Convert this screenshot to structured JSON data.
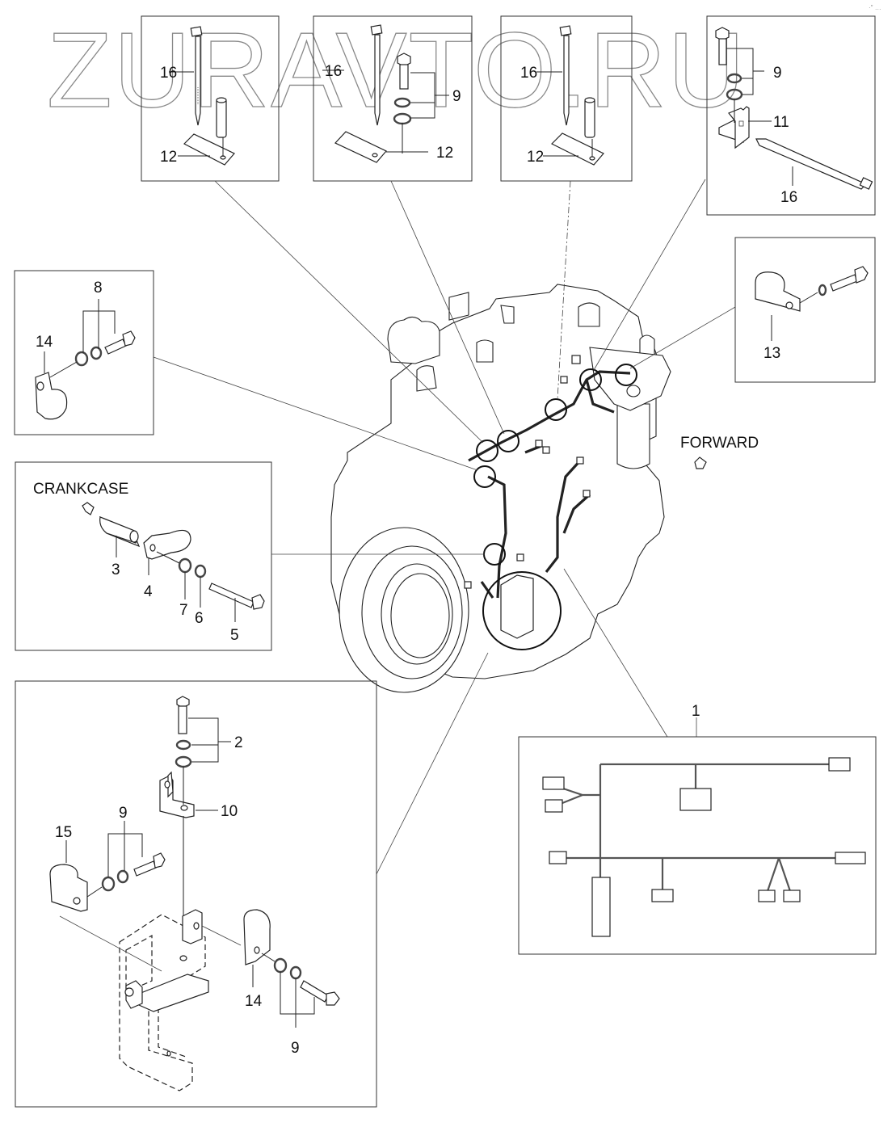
{
  "watermark": "ZURAVTO.RU",
  "corner_mark": "·″ …",
  "annotations": {
    "forward": "FORWARD",
    "crankcase": "CRANKCASE"
  },
  "callouts": {
    "box1": {
      "tie": "16",
      "clip": "12"
    },
    "box2": {
      "tie": "16",
      "bolt": "9",
      "clip": "12"
    },
    "box3": {
      "tie": "16",
      "clip": "12"
    },
    "box4": {
      "bolt": "9",
      "bracket": "11",
      "tie": "16"
    },
    "box_right": {
      "clamp": "13"
    },
    "box_left": {
      "washers": "8",
      "clamp": "14"
    },
    "box_crankcase": {
      "spacer": "3",
      "clamp": "4",
      "washer7": "7",
      "washer6": "6",
      "bolt": "5"
    },
    "harness": {
      "assembly": "1"
    },
    "box_bottom": {
      "bolt": "2",
      "bracket": "10",
      "washers_top": "9",
      "clamp15": "15",
      "clamp14": "14",
      "washers_bottom": "9"
    }
  },
  "parts_list": [
    "1",
    "2",
    "3",
    "4",
    "5",
    "6",
    "7",
    "8",
    "9",
    "10",
    "11",
    "12",
    "13",
    "14",
    "15",
    "16"
  ]
}
